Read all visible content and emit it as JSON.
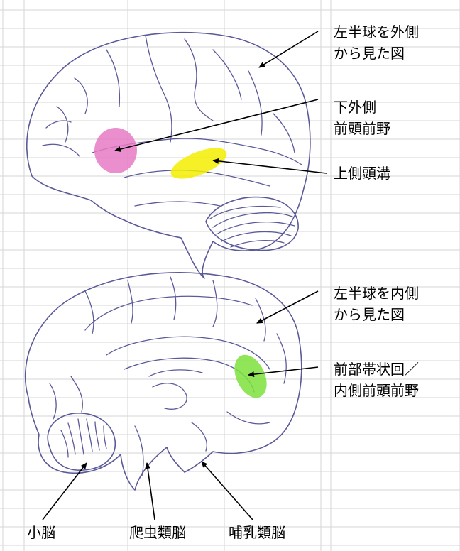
{
  "labels": {
    "lateral_view": [
      "左半球を外側",
      "から見た図"
    ],
    "inferior_frontal": [
      "下外側",
      "前頭前野"
    ],
    "superior_temporal": [
      "上側頭溝"
    ],
    "medial_view": [
      "左半球を内側",
      "から見た図"
    ],
    "anterior_cingulate": [
      "前部帯状回／",
      "内側前頭前野"
    ],
    "cerebellum": "小脳",
    "reptilian": "爬虫類脳",
    "mammalian": "哺乳類脳"
  },
  "colors": {
    "brain_outline": "#5a5a9a",
    "grid_line": "#d6d6d6",
    "inferior_frontal_region": "#e87ac6",
    "superior_temporal_region": "#f5ee00",
    "anterior_cingulate_region": "#7ee03c",
    "arrow": "#000000"
  }
}
